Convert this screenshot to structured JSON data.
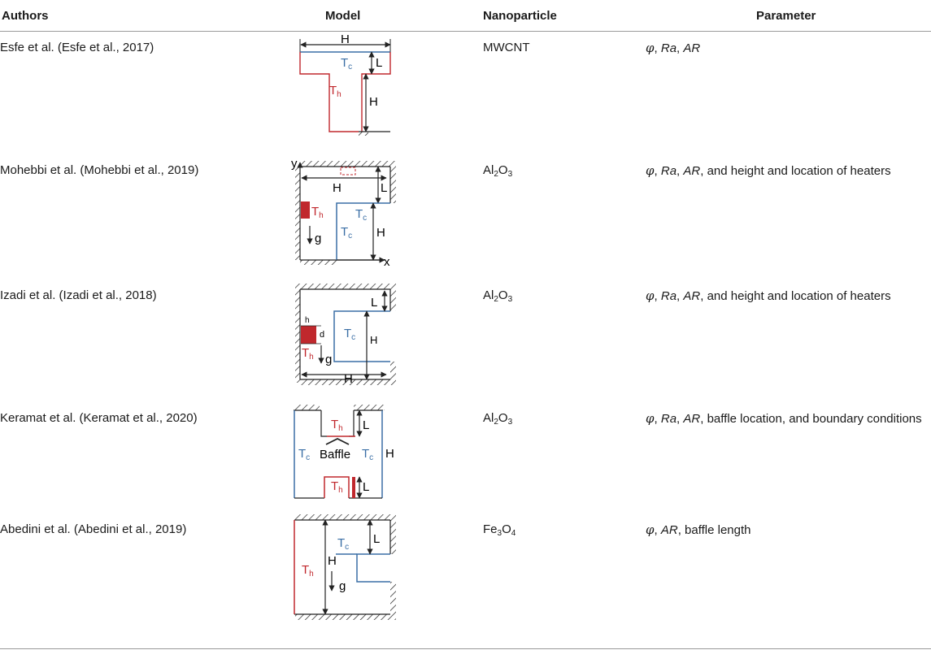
{
  "header": {
    "authors": "Authors",
    "model": "Model",
    "nanoparticle": "Nanoparticle",
    "parameter": "Parameter"
  },
  "colors": {
    "hot": "#c0282d",
    "cold": "#3a6ea5",
    "wall": "#222222"
  },
  "rows": [
    {
      "authors": "Esfe et al. (Esfe et al., 2017)",
      "nano": {
        "base": "MWCNT"
      },
      "param": {
        "phi": "φ",
        "ra": "Ra",
        "ar": "AR",
        "rest": ""
      },
      "model": {
        "H": "H",
        "L": "L",
        "Tc": "T",
        "c": "c",
        "Th": "T",
        "h": "h"
      }
    },
    {
      "authors": "Mohebbi et al. (Mohebbi et al., 2019)",
      "nano": {
        "a": "Al",
        "n1": "2",
        "b": "O",
        "n2": "3"
      },
      "param": {
        "phi": "φ",
        "ra": "Ra",
        "ar": "AR",
        "rest": ", and height and location of heaters"
      },
      "model": {
        "y": "y",
        "x": "x",
        "H": "H",
        "L": "L",
        "Tc": "T",
        "c": "c",
        "Th": "T",
        "h": "h",
        "g": "g"
      }
    },
    {
      "authors": "Izadi et al. (Izadi et al., 2018)",
      "nano": {
        "a": "Al",
        "n1": "2",
        "b": "O",
        "n2": "3"
      },
      "param": {
        "phi": "φ",
        "ra": "Ra",
        "ar": "AR",
        "rest": ", and height and location of heaters"
      },
      "model": {
        "H": "H",
        "L": "L",
        "Tc": "T",
        "c": "c",
        "Th": "T",
        "h": "h",
        "g": "g",
        "hlabel": "h",
        "d": "d"
      }
    },
    {
      "authors": "Keramat et al. (Keramat et al., 2020)",
      "nano": {
        "a": "Al",
        "n1": "2",
        "b": "O",
        "n2": "3"
      },
      "param": {
        "phi": "φ",
        "ra": "Ra",
        "ar": "AR",
        "rest": ", baffle location, and boundary conditions"
      },
      "model": {
        "H": "H",
        "L": "L",
        "Tc": "T",
        "c": "c",
        "Th": "T",
        "h": "h",
        "baffle": "Baffle"
      }
    },
    {
      "authors": "Abedini et al. (Abedini et al., 2019)",
      "nano": {
        "a": "Fe",
        "n1": "3",
        "b": "O",
        "n2": "4"
      },
      "param": {
        "phi": "φ",
        "ar": "AR",
        "rest": ", baffle length"
      },
      "model": {
        "H": "H",
        "L": "L",
        "Tc": "T",
        "c": "c",
        "Th": "T",
        "h": "h",
        "g": "g"
      }
    }
  ]
}
